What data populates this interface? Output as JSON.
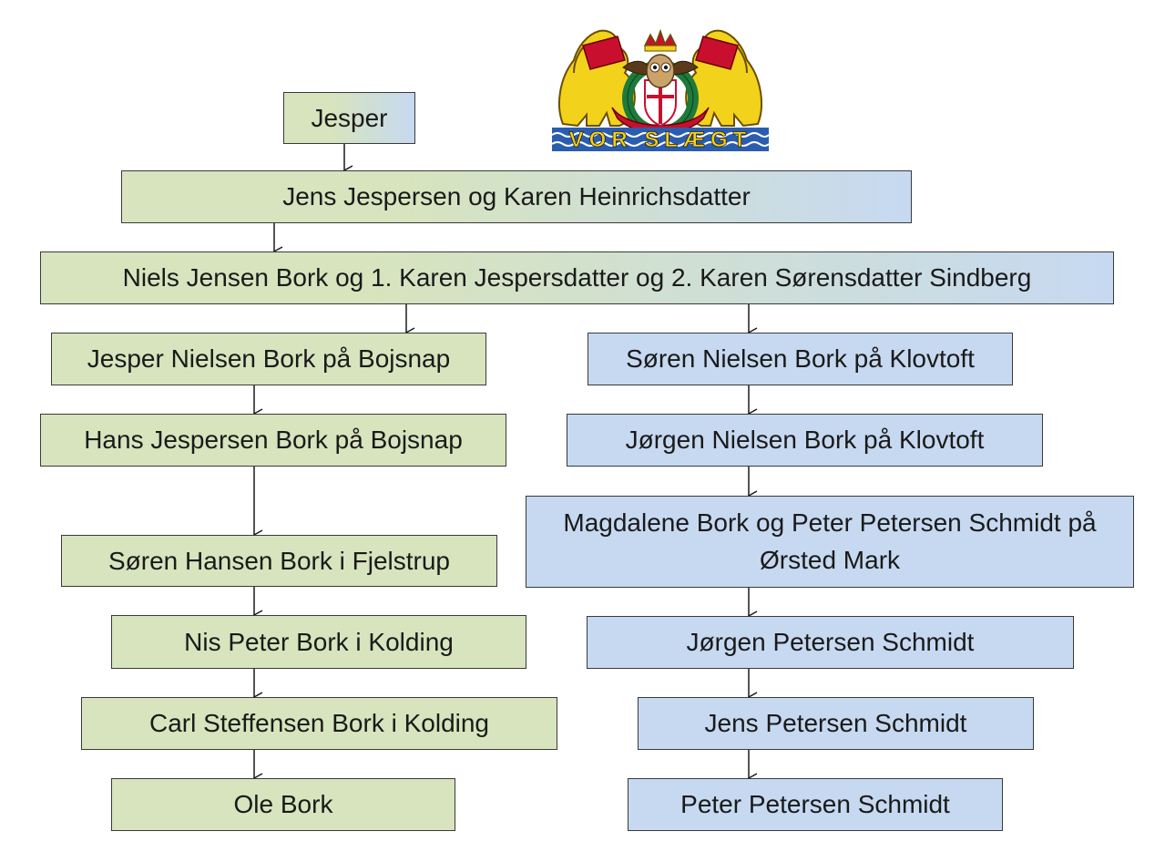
{
  "emblem": {
    "motto": "VOR SLÆGT",
    "icon": "coat-of-arms-icon",
    "colors": {
      "gold": "#f2d21b",
      "red": "#c8102e",
      "green": "#1e7a3a",
      "blue": "#2a5db0"
    }
  },
  "tree": {
    "root": "Jesper",
    "gen2": "Jens Jespersen og Karen Heinrichsdatter",
    "gen3": "Niels Jensen Bork og 1. Karen Jespersdatter og 2. Karen Sørensdatter Sindberg",
    "left_branch": [
      "Jesper Nielsen Bork på Bojsnap",
      "Hans Jespersen Bork på Bojsnap",
      "Søren Hansen Bork i Fjelstrup",
      "Nis Peter Bork i Kolding",
      "Carl Steffensen Bork i Kolding",
      "Ole Bork"
    ],
    "right_branch": [
      "Søren Nielsen Bork på Klovtoft",
      "Jørgen Nielsen Bork på Klovtoft",
      "Magdalene Bork og Peter Petersen Schmidt på Ørsted Mark",
      "Jørgen Petersen Schmidt",
      "Jens Petersen Schmidt",
      "Peter Petersen Schmidt"
    ]
  },
  "colors": {
    "left_fill": "#d7e4bd",
    "right_fill": "#c6d9f1",
    "border": "#3a3a3a"
  }
}
